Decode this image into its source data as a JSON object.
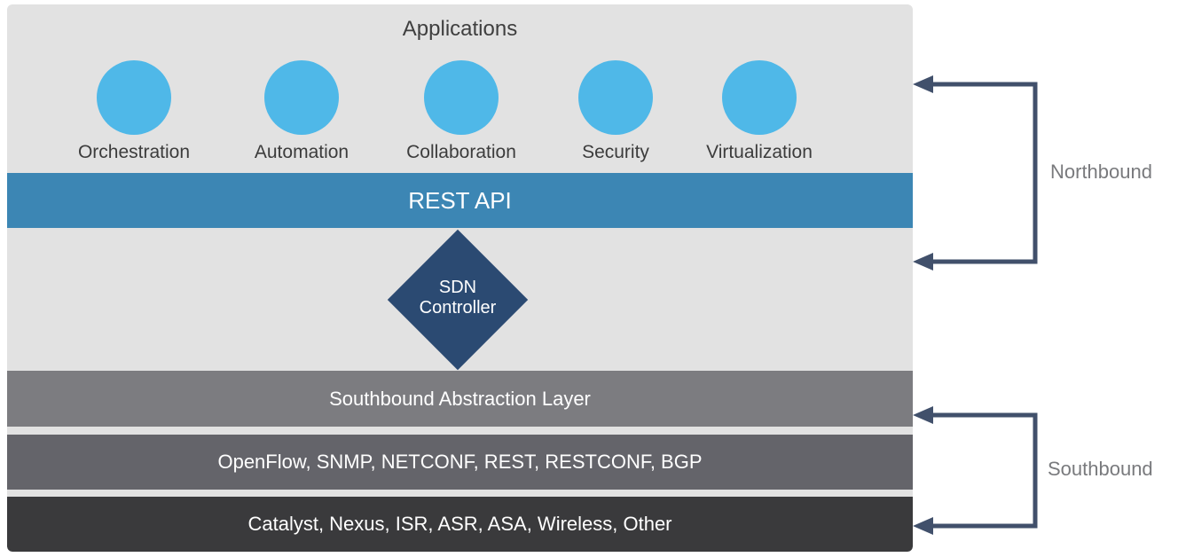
{
  "diagram": {
    "title": "Applications",
    "applications": [
      {
        "label": "Orchestration"
      },
      {
        "label": "Automation"
      },
      {
        "label": "Collaboration"
      },
      {
        "label": "Security"
      },
      {
        "label": "Virtualization"
      }
    ],
    "rest_api_label": "REST API",
    "controller": {
      "line1": "SDN",
      "line2": "Controller"
    },
    "layers": [
      {
        "label": "Southbound Abstraction Layer"
      },
      {
        "label": "OpenFlow, SNMP, NETCONF, REST, RESTCONF, BGP"
      },
      {
        "label": "Catalyst, Nexus, ISR, ASR, ASA, Wireless, Other"
      }
    ],
    "annotations": [
      {
        "label": "Northbound"
      },
      {
        "label": "Southbound"
      }
    ],
    "colors": {
      "panel_bg": "#e2e2e2",
      "app_circle": "#4fb8e8",
      "rest_api_bar": "#3c86b4",
      "controller_diamond": "#2b4a72",
      "abstraction_bar": "#7c7c80",
      "protocols_bar": "#64646a",
      "devices_bar": "#3a3a3c",
      "bracket_arrow": "#41506b",
      "annotation_text": "#797a7d"
    }
  }
}
